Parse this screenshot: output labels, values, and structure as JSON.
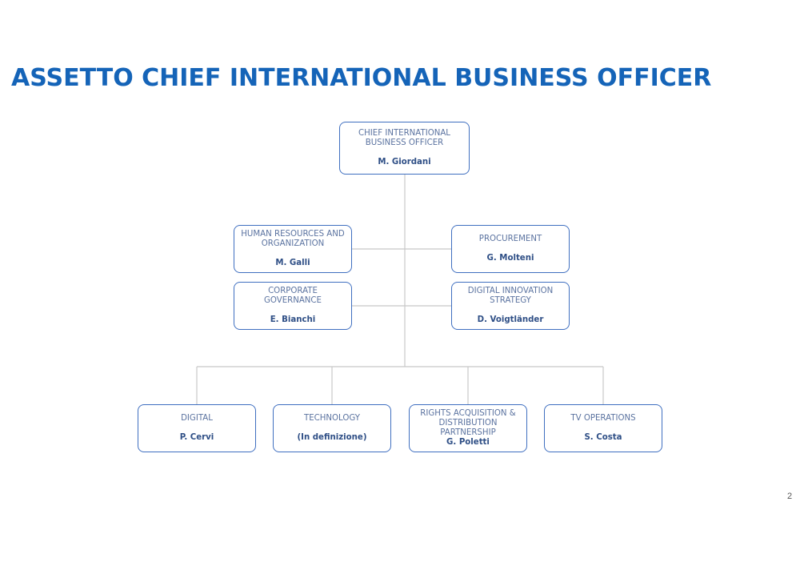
{
  "page": {
    "title": "ASSETTO CHIEF INTERNATIONAL BUSINESS OFFICER",
    "page_number": "2"
  },
  "org": {
    "top": {
      "role": "CHIEF INTERNATIONAL BUSINESS OFFICER",
      "name": "M. Giordani"
    },
    "staff_left": [
      {
        "role": "HUMAN RESOURCES AND ORGANIZATION",
        "name": "M. Galli"
      },
      {
        "role": "CORPORATE GOVERNANCE",
        "name": "E. Bianchi"
      }
    ],
    "staff_right": [
      {
        "role": "PROCUREMENT",
        "name": "G. Molteni"
      },
      {
        "role": "DIGITAL INNOVATION STRATEGY",
        "name": "D. Voigtländer"
      }
    ],
    "units": [
      {
        "role": "DIGITAL",
        "name": "P. Cervi"
      },
      {
        "role": "TECHNOLOGY",
        "name": "(In definizione)"
      },
      {
        "role": "RIGHTS ACQUISITION & DISTRIBUTION PARTNERSHIP",
        "name": "G. Poletti"
      },
      {
        "role": "TV OPERATIONS",
        "name": "S. Costa"
      }
    ]
  },
  "colors": {
    "title": "#1564b8",
    "box_border": "#3f6fc0",
    "connector": "#c8c8c8"
  }
}
